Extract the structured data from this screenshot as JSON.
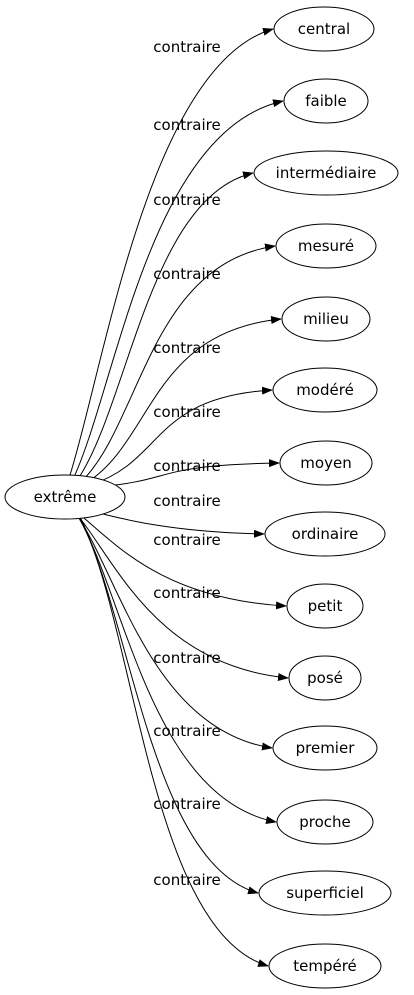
{
  "source": {
    "label": "extrême"
  },
  "relation": "contraire",
  "targets": [
    {
      "label": "central"
    },
    {
      "label": "faible"
    },
    {
      "label": "intermédiaire"
    },
    {
      "label": "mesuré"
    },
    {
      "label": "milieu"
    },
    {
      "label": "modéré"
    },
    {
      "label": "moyen"
    },
    {
      "label": "ordinaire"
    },
    {
      "label": "petit"
    },
    {
      "label": "posé"
    },
    {
      "label": "premier"
    },
    {
      "label": "proche"
    },
    {
      "label": "superficiel"
    },
    {
      "label": "tempéré"
    }
  ]
}
